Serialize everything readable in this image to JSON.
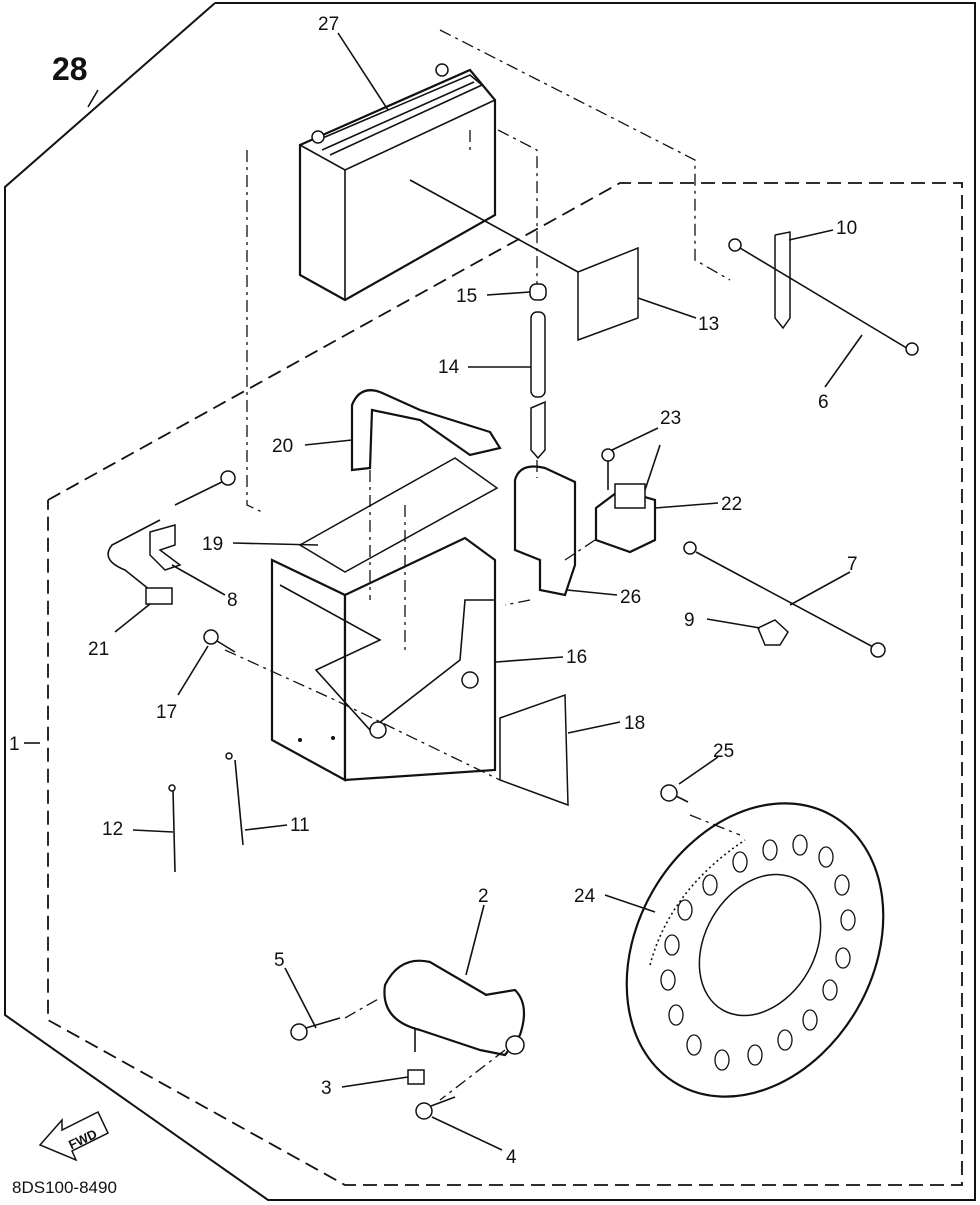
{
  "diagram": {
    "assembly_label": "28",
    "kit_label": "1",
    "drawing_code": "8DS100-8490",
    "fwd_label": "FWD",
    "callouts": [
      {
        "id": "27",
        "text": "27"
      },
      {
        "id": "15",
        "text": "15"
      },
      {
        "id": "13",
        "text": "13"
      },
      {
        "id": "10",
        "text": "10"
      },
      {
        "id": "6",
        "text": "6"
      },
      {
        "id": "14",
        "text": "14"
      },
      {
        "id": "20",
        "text": "20"
      },
      {
        "id": "23",
        "text": "23"
      },
      {
        "id": "22",
        "text": "22"
      },
      {
        "id": "19",
        "text": "19"
      },
      {
        "id": "8",
        "text": "8"
      },
      {
        "id": "26",
        "text": "26"
      },
      {
        "id": "7",
        "text": "7"
      },
      {
        "id": "9",
        "text": "9"
      },
      {
        "id": "21",
        "text": "21"
      },
      {
        "id": "16",
        "text": "16"
      },
      {
        "id": "17",
        "text": "17"
      },
      {
        "id": "18",
        "text": "18"
      },
      {
        "id": "25",
        "text": "25"
      },
      {
        "id": "12",
        "text": "12"
      },
      {
        "id": "11",
        "text": "11"
      },
      {
        "id": "2",
        "text": "2"
      },
      {
        "id": "24",
        "text": "24"
      },
      {
        "id": "5",
        "text": "5"
      },
      {
        "id": "3",
        "text": "3"
      },
      {
        "id": "4",
        "text": "4"
      }
    ]
  }
}
